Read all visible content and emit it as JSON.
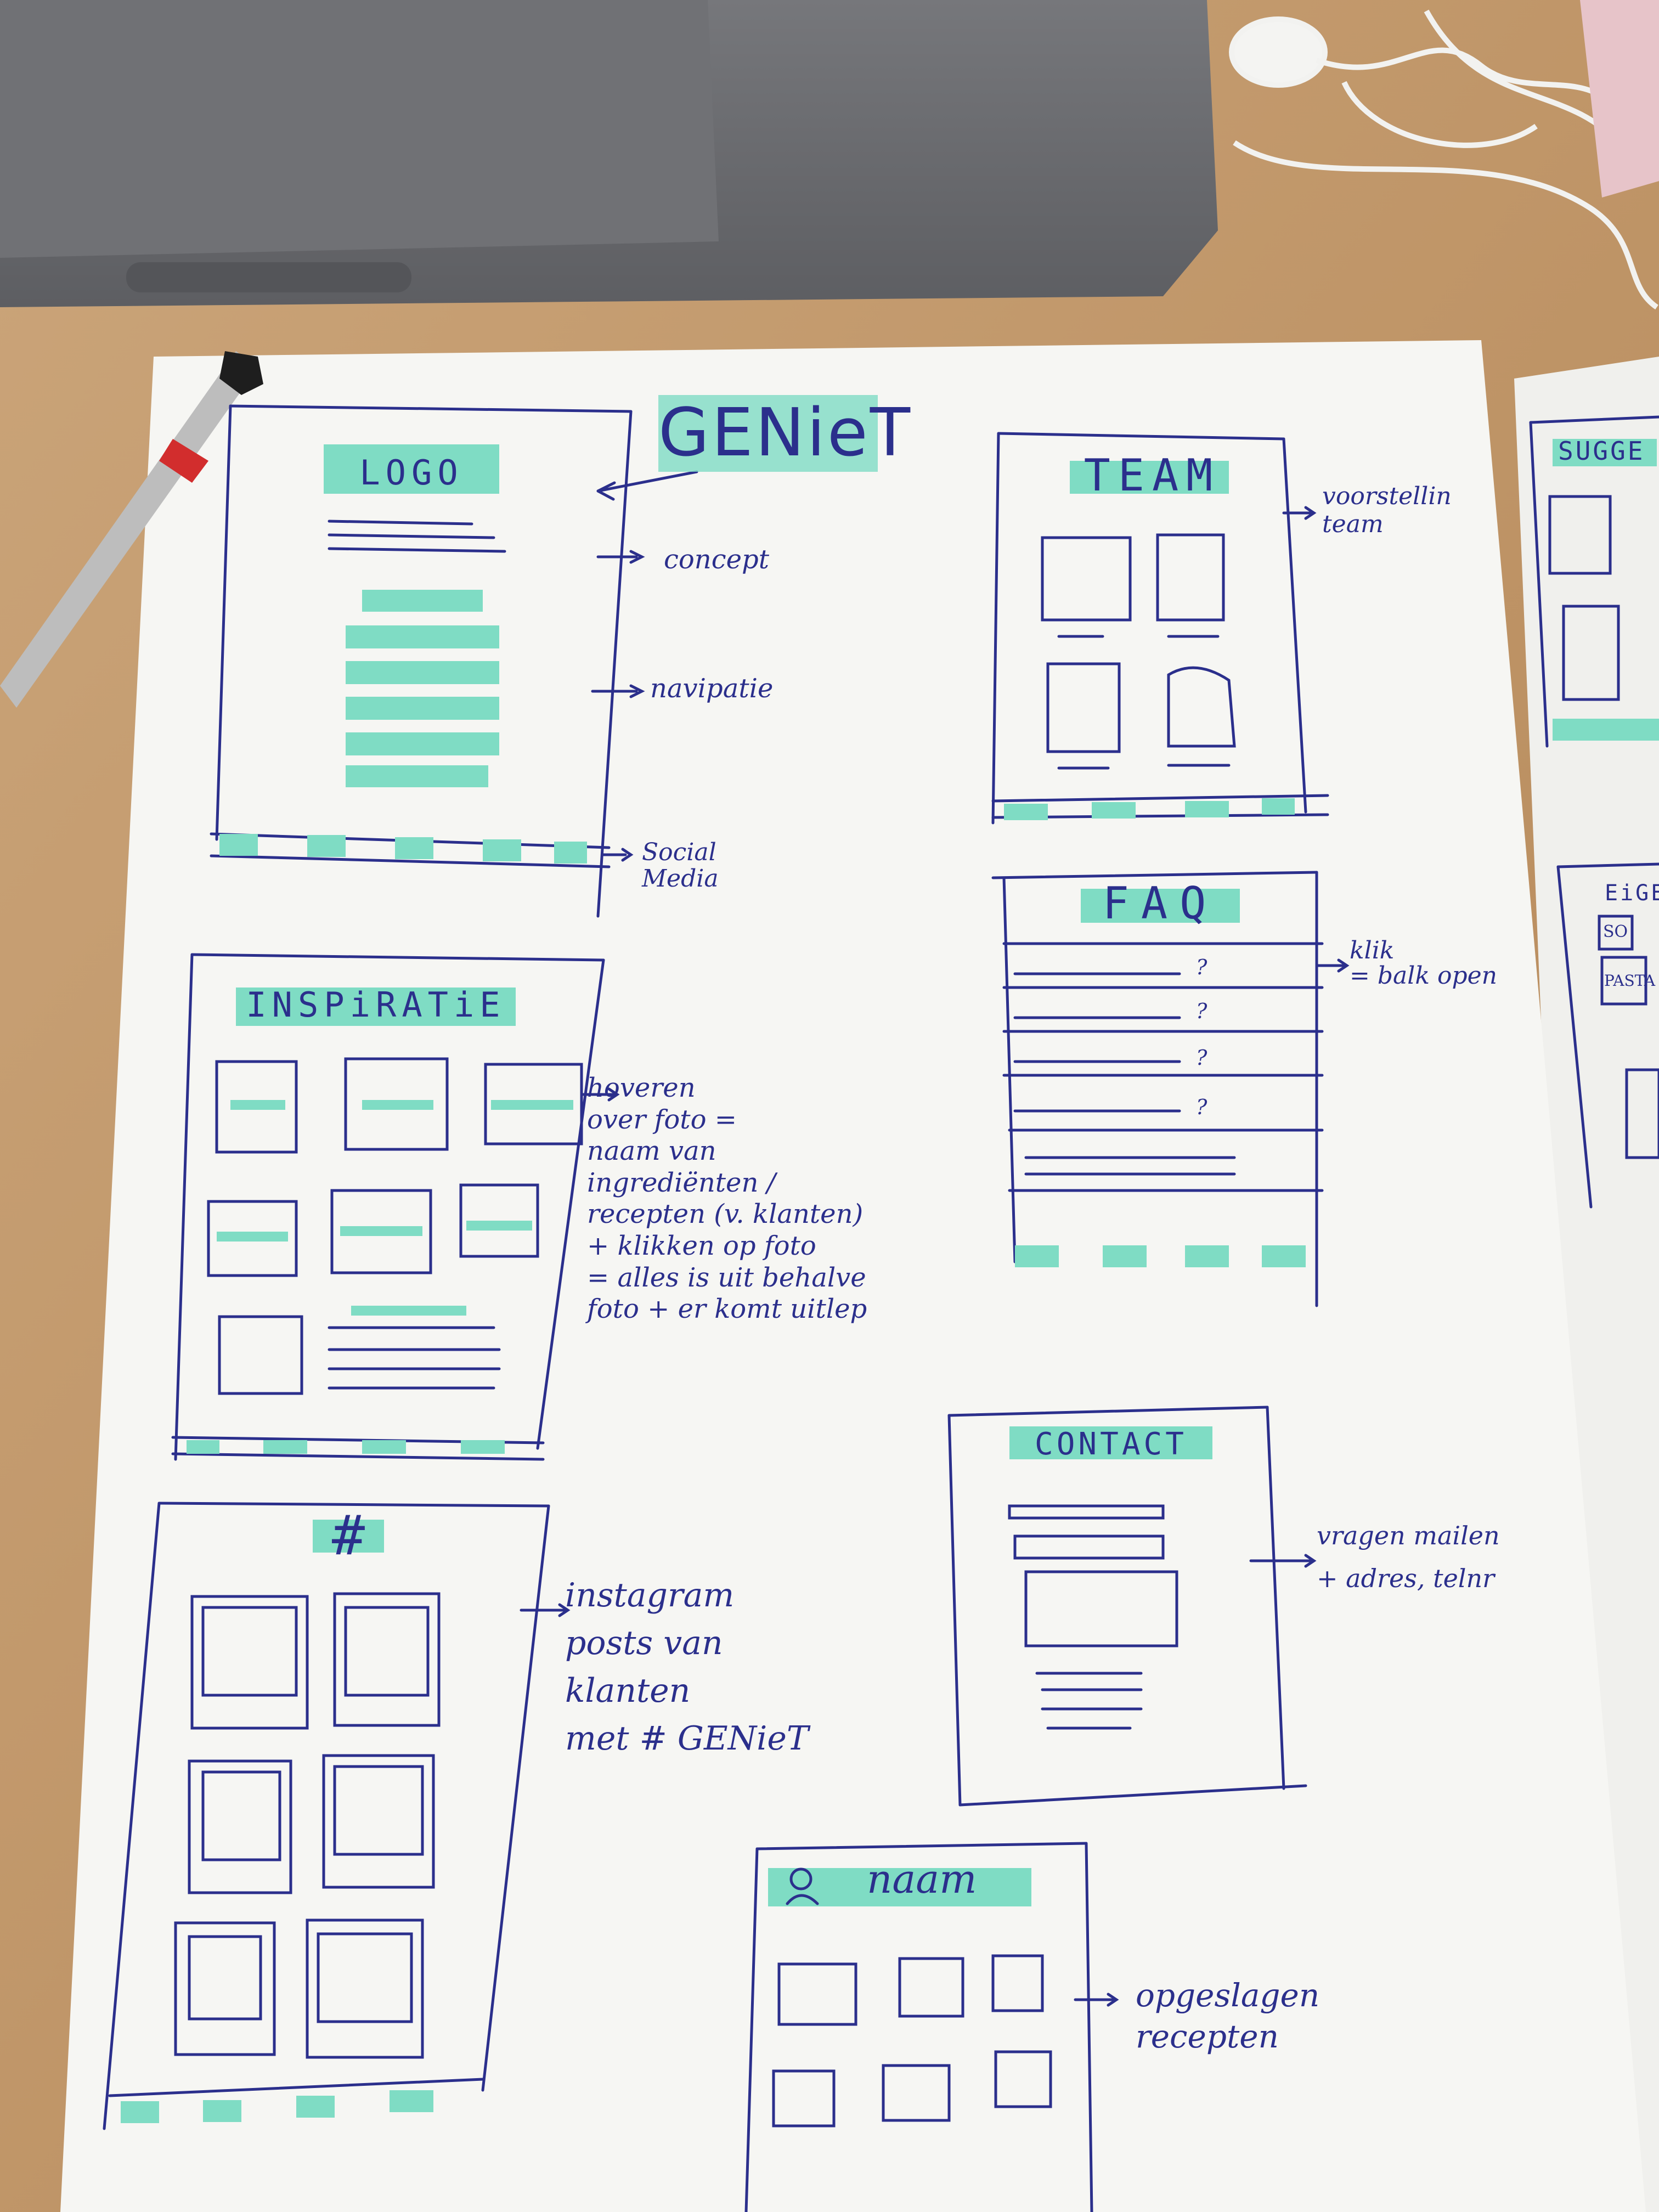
{
  "paper": {
    "main_title": "GENieT",
    "screens": [
      {
        "id": "home",
        "title": "LOGO"
      },
      {
        "id": "team",
        "title": "TEAM"
      },
      {
        "id": "faq",
        "title": "FAQ",
        "question_marks": [
          "?",
          "?",
          "?",
          "?"
        ]
      },
      {
        "id": "inspiratie",
        "title": "INSPiRATiE"
      },
      {
        "id": "hashtag",
        "title": "#"
      },
      {
        "id": "contact",
        "title": "CONTACT"
      },
      {
        "id": "account",
        "title": "naam"
      },
      {
        "id": "suggesties",
        "title": "SUGGE"
      },
      {
        "id": "eigen",
        "title": "EiGE",
        "labels": [
          "SO",
          "PASTA"
        ]
      }
    ],
    "annotations": {
      "concept": "concept",
      "navigatie": "navipatie",
      "social_media": "Social\n  Media",
      "team": "voorstellin\nteam",
      "faq": "klik\n= balk open",
      "inspiratie": "hoveren\n   over foto =\nnaam van\n   ingrediënten /\n   recepten (v. klanten)\n+ klikken op foto\n= alles is uit behalve\nfoto  + er komt uitlep",
      "hashtag": "instagram\n  posts van\n  klanten\nmet # GENieT",
      "contact": "vragen mailen\n+ adres, telnr",
      "account": "opgeslagen\n   recepten"
    }
  },
  "colors": {
    "ink": "#2b2f8c",
    "highlighter": "#7fdcc4",
    "paper": "#f6f6f3",
    "desk": "#c49a6c",
    "laptop": "#6b6c70"
  }
}
